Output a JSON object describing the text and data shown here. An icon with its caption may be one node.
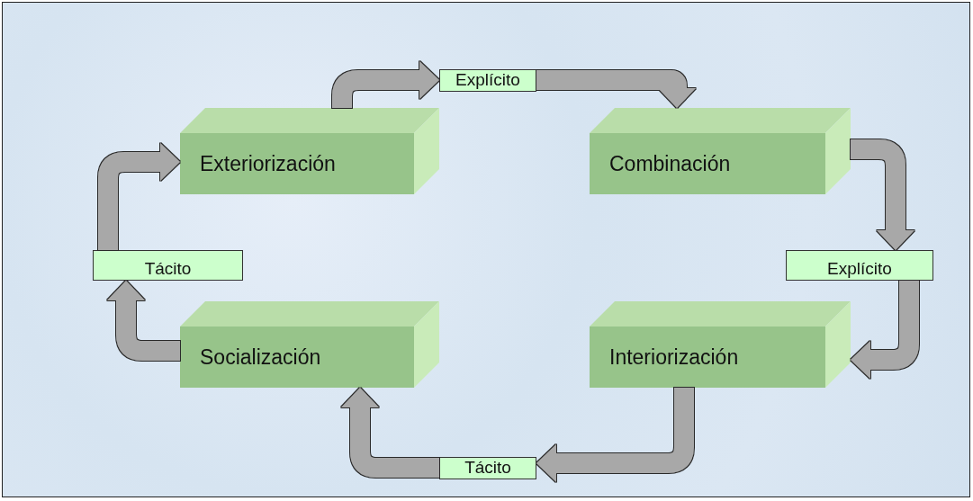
{
  "diagram": {
    "nodes": [
      {
        "text": [
          "Exteriorización"
        ]
      },
      {
        "text": [
          "Explícito"
        ]
      },
      {
        "text": [
          "Combinación"
        ]
      },
      {
        "text": [
          "Explícito"
        ]
      },
      {
        "text": [
          "Interiorización"
        ]
      },
      {
        "text": [
          "Tácito"
        ]
      },
      {
        "text": [
          "Socialización"
        ]
      },
      {
        "text": [
          "Tácito"
        ]
      }
    ],
    "edges": [
      {
        "from": 0,
        "to": 1,
        "arrow": "to"
      },
      {
        "from": 1,
        "to": 2,
        "arrow": "to"
      },
      {
        "from": 2,
        "to": 3,
        "arrow": "to"
      },
      {
        "from": 3,
        "to": 4,
        "arrow": "to"
      },
      {
        "from": 4,
        "to": 5,
        "arrow": "to"
      },
      {
        "from": 5,
        "to": 6,
        "arrow": "to"
      },
      {
        "from": 6,
        "to": 7,
        "arrow": "to"
      },
      {
        "from": 7,
        "to": 0,
        "arrow": "to"
      }
    ]
  }
}
